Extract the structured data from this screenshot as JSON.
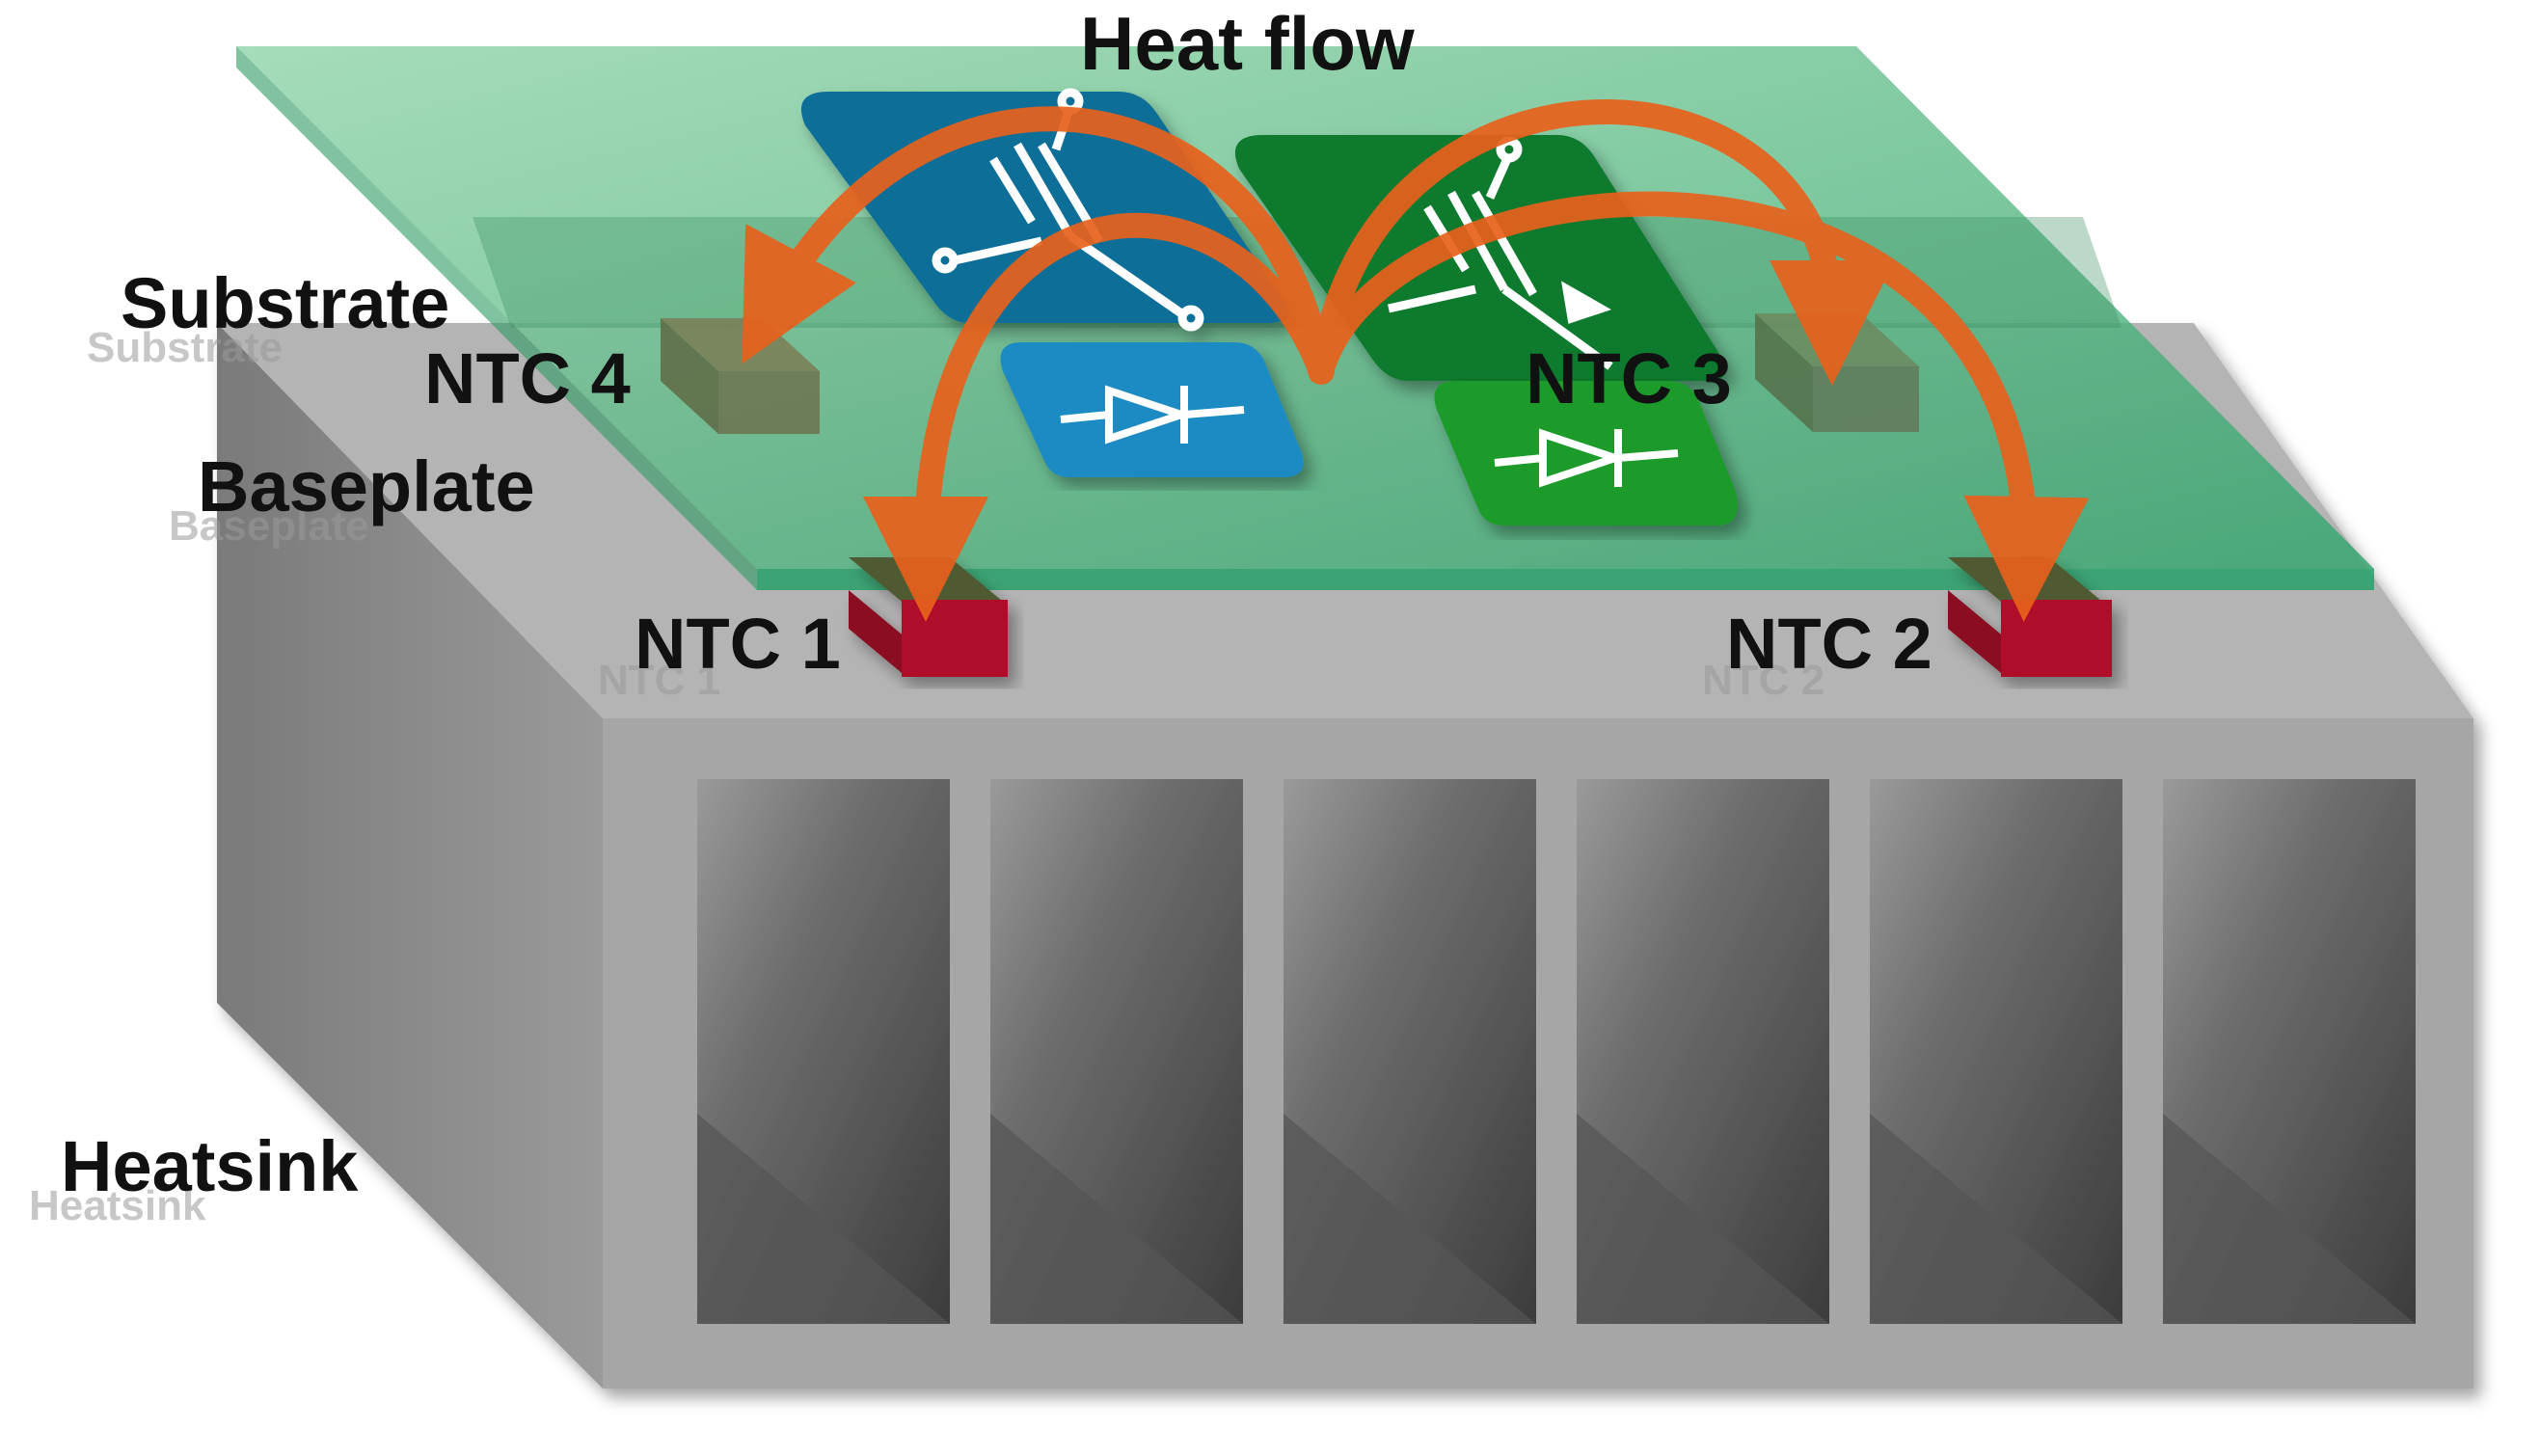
{
  "labels": {
    "heat_flow": "Heat flow",
    "substrate": "Substrate",
    "baseplate": "Baseplate",
    "heatsink": "Heatsink",
    "ntc1": "NTC 1",
    "ntc2": "NTC 2",
    "ntc3": "NTC 3",
    "ntc4": "NTC 4"
  },
  "colors": {
    "heatsink_front": "#a6a6a6",
    "heatsink_side": "#8a8a8a",
    "heatsink_top": "#b4b4b4",
    "baseplate": "#2fa46a",
    "substrate": "#2e8f5a",
    "chip_blue": "#0d6e98",
    "diode_blue": "#1a8bc4",
    "chip_green": "#0b7a2e",
    "diode_green": "#1f9a2a",
    "ntc_red": "#b0102a",
    "ntc_olive": "#5f6a45",
    "heat_arrow": "#e8611c"
  },
  "icons": {
    "igbt_left": "igbt-icon",
    "igbt_right": "igbt-icon",
    "diode_left": "diode-icon",
    "diode_right": "diode-icon"
  }
}
